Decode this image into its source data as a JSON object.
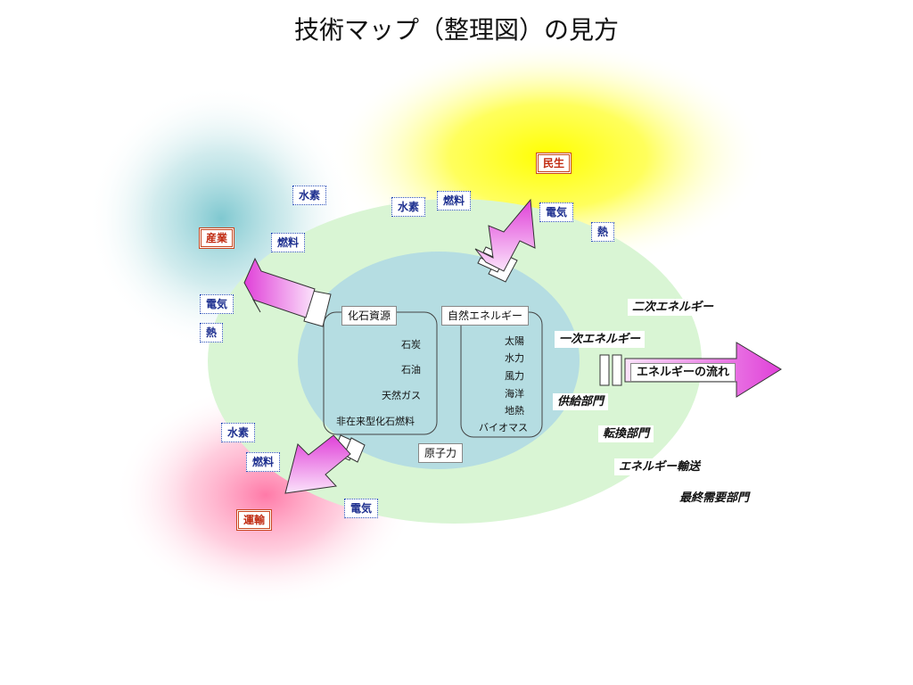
{
  "title": "技術マップ（整理図）の見方",
  "sectors": {
    "minsei": "民生",
    "sangyo": "産業",
    "unyu": "運輸"
  },
  "minsei_inputs": [
    "水素",
    "燃料",
    "電気",
    "熱"
  ],
  "sangyo_inputs": [
    "水素",
    "燃料",
    "電気",
    "熱"
  ],
  "unyu_inputs": [
    "水素",
    "燃料",
    "電気"
  ],
  "fossil": {
    "header": "化石資源",
    "items": [
      "石炭",
      "石油",
      "天然ガス",
      "非在来型化石燃料"
    ]
  },
  "natural": {
    "header": "自然エネルギー",
    "items": [
      "太陽",
      "水力",
      "風力",
      "海洋",
      "地熱",
      "バイオマス"
    ]
  },
  "nuclear": "原子力",
  "flow_arrow_label": "エネルギーの流れ",
  "legend": {
    "secondary_energy": "二次エネルギー",
    "primary_energy": "一次エネルギー",
    "supply_sector": "供給部門",
    "conversion_sector": "転換部門",
    "energy_transport": "エネルギー輸送",
    "final_demand_sector": "最終需要部門"
  },
  "colors": {
    "arrow_fill_light": "#fbe3fb",
    "arrow_fill_dark": "#e040d8",
    "outer_ellipse": "#d9f5d4",
    "inner_ellipse": "#b5dde2",
    "minsei_glow": "#ffff00",
    "sangyo_glow": "#7fc8d0",
    "unyu_glow": "#ff7aa8",
    "sector_border": "#c8461e",
    "blue_text": "#1d2f8f"
  }
}
